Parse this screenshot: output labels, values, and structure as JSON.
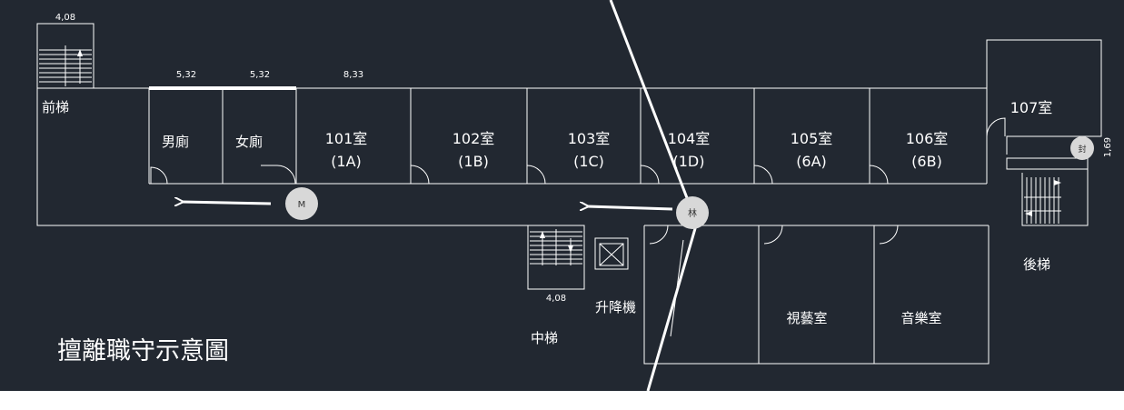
{
  "title": "擅離職守示意圖",
  "dimensions": {
    "front_stair_width": "4,08",
    "restroom_men_width": "5,32",
    "restroom_women_width": "5,32",
    "room101_width": "8,33",
    "middle_stair_width": "4,08",
    "room107_side": "1,69"
  },
  "areas": {
    "front_stairs": "前梯",
    "middle_stairs": "中梯",
    "rear_stairs": "後梯",
    "elevator": "升降機"
  },
  "rooms": [
    {
      "name": "男廁",
      "code": ""
    },
    {
      "name": "女廁",
      "code": ""
    },
    {
      "name": "101室",
      "code": "(1A)"
    },
    {
      "name": "102室",
      "code": "(1B)"
    },
    {
      "name": "103室",
      "code": "(1C)"
    },
    {
      "name": "104室",
      "code": "(1D)"
    },
    {
      "name": "105室",
      "code": "(6A)"
    },
    {
      "name": "106室",
      "code": "(6B)"
    },
    {
      "name": "107室",
      "code": ""
    },
    {
      "name": "視藝室",
      "code": ""
    },
    {
      "name": "音樂室",
      "code": ""
    }
  ],
  "markers": {
    "m": "M",
    "lam": "林",
    "fung": "封"
  },
  "colors": {
    "background": "#222831",
    "lines": "#ffffff",
    "marker_fill": "#d8d8d8"
  }
}
